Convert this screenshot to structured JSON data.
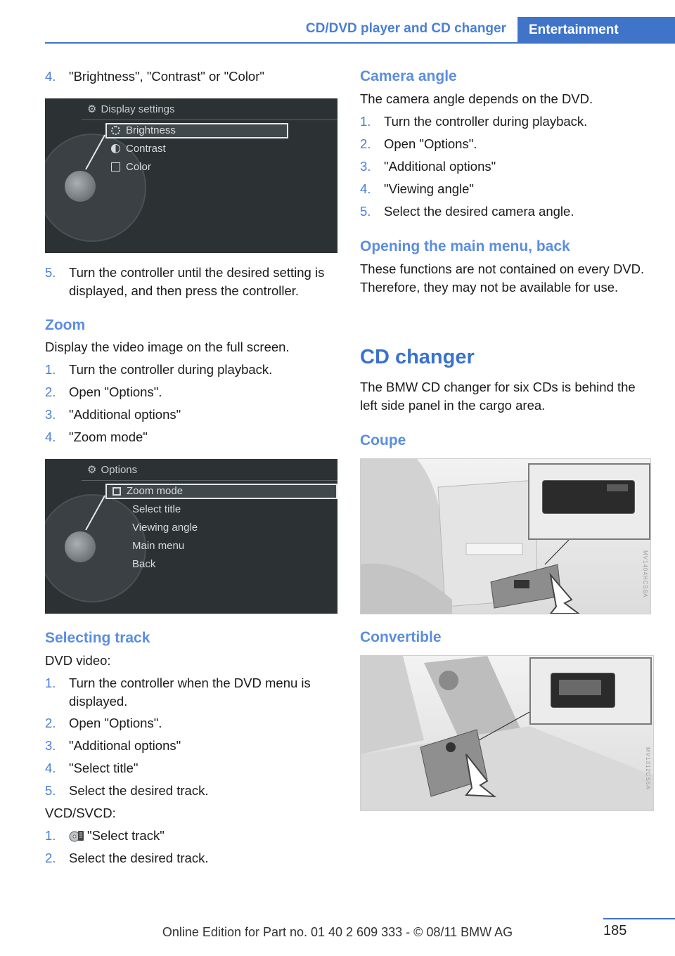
{
  "header": {
    "section": "CD/DVD player and CD changer",
    "tab": "Entertainment"
  },
  "left": {
    "step4": {
      "num": "4.",
      "text": "\"Brightness\", \"Contrast\" or \"Color\""
    },
    "display_screen": {
      "title": "Display settings",
      "items": [
        "Brightness",
        "Contrast",
        "Color"
      ],
      "selected": 0
    },
    "step5": {
      "num": "5.",
      "text": "Turn the controller until the desired setting is displayed, and then press the controller."
    },
    "zoom": {
      "heading": "Zoom",
      "intro": "Display the video image on the full screen.",
      "steps": [
        {
          "num": "1.",
          "text": "Turn the controller during playback."
        },
        {
          "num": "2.",
          "text": "Open \"Options\"."
        },
        {
          "num": "3.",
          "text": "\"Additional options\""
        },
        {
          "num": "4.",
          "text": "\"Zoom mode\""
        }
      ]
    },
    "options_screen": {
      "title": "Options",
      "items": [
        "Zoom mode",
        "Select title",
        "Viewing angle",
        "Main menu",
        "Back"
      ],
      "selected": 0
    },
    "track": {
      "heading": "Selecting track",
      "dvd_label": "DVD video:",
      "dvd_steps": [
        {
          "num": "1.",
          "text": "Turn the controller when the DVD menu is displayed."
        },
        {
          "num": "2.",
          "text": "Open \"Options\"."
        },
        {
          "num": "3.",
          "text": "\"Additional options\""
        },
        {
          "num": "4.",
          "text": "\"Select title\""
        },
        {
          "num": "5.",
          "text": "Select the desired track."
        }
      ],
      "vcd_label": "VCD/SVCD:",
      "vcd_steps": [
        {
          "num": "1.",
          "text": "\"Select track\"",
          "icon": "disc-options-icon"
        },
        {
          "num": "2.",
          "text": "Select the desired track."
        }
      ]
    }
  },
  "right": {
    "camera": {
      "heading": "Camera angle",
      "intro": "The camera angle depends on the DVD.",
      "steps": [
        {
          "num": "1.",
          "text": "Turn the controller during playback."
        },
        {
          "num": "2.",
          "text": "Open \"Options\"."
        },
        {
          "num": "3.",
          "text": "\"Additional options\""
        },
        {
          "num": "4.",
          "text": "\"Viewing angle\""
        },
        {
          "num": "5.",
          "text": "Select the desired camera angle."
        }
      ]
    },
    "mainmenu": {
      "heading": "Opening the main menu, back",
      "text": "These functions are not contained on every DVD. Therefore, they may not be available for use."
    },
    "changer": {
      "heading": "CD changer",
      "text": "The BMW CD changer for six CDs is behind the left side panel in the cargo area.",
      "coupe": {
        "heading": "Coupe",
        "code": "MV1404HCS8A"
      },
      "convertible": {
        "heading": "Convertible",
        "code": "MV1312CS5A"
      }
    }
  },
  "footer": {
    "page": "185",
    "edition": "Online Edition for Part no. 01 40 2 609 333 - © 08/11 BMW AG"
  }
}
